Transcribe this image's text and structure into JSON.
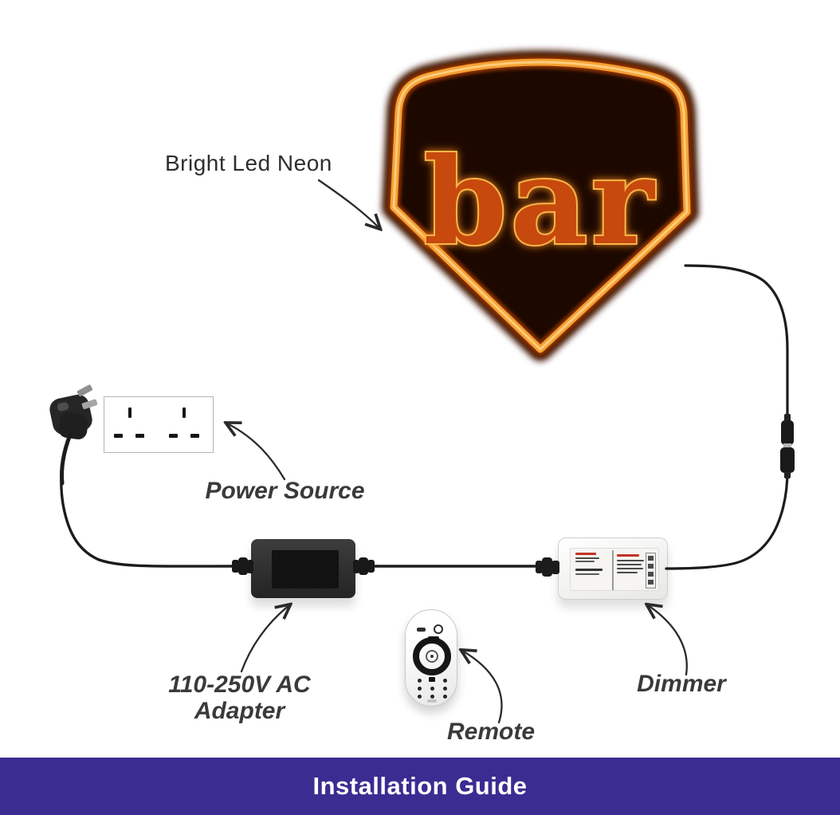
{
  "sign": {
    "text": "bar",
    "callout": "Bright Led Neon",
    "colors": {
      "neon_tube": "#f5a033",
      "tube_highlight": "#ffd083",
      "halo": "#431302",
      "interior": "#1d0800",
      "letter_fill": "#c7490c",
      "letter_outline": "#f7b648"
    }
  },
  "components": {
    "power_source": {
      "label": "Power Source"
    },
    "adapter": {
      "label_line1": "110-250V AC",
      "label_line2": "Adapter"
    },
    "remote": {
      "label": "Remote"
    },
    "dimmer": {
      "label": "Dimmer"
    }
  },
  "banner": {
    "title": "Installation Guide",
    "background": "#3b2c92",
    "text_color": "#ffffff"
  },
  "wire_color": "#1c1c1c",
  "label_color": "#3a3a3a"
}
